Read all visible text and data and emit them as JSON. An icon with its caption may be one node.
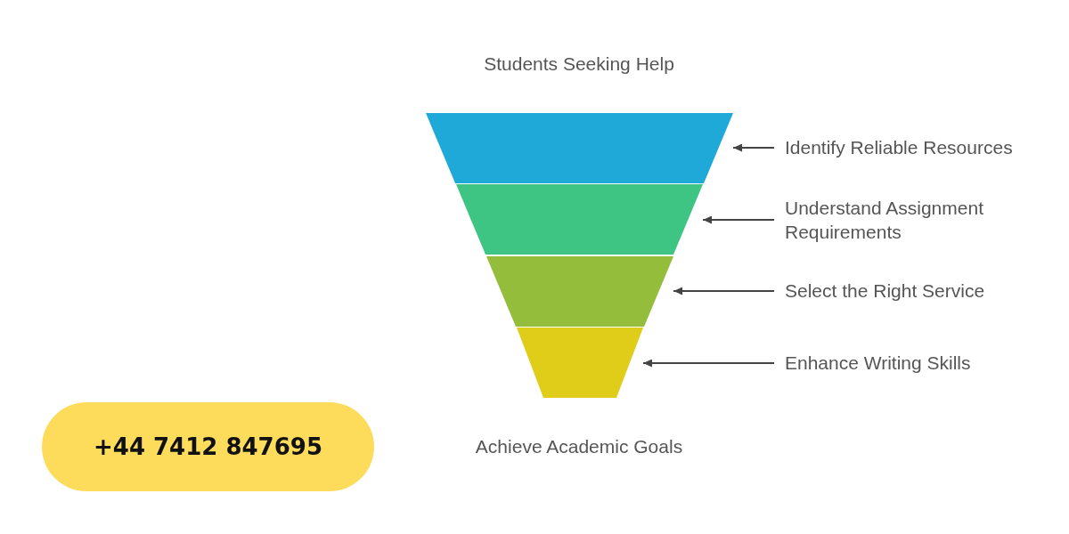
{
  "diagram": {
    "nodes": [
      {
        "text": [],
        "shape": "trapezoid"
      },
      {
        "text": [
          "Identify Reliable Resources"
        ]
      },
      {
        "text": [],
        "shape": "trapezoid"
      },
      {
        "text": [
          "Understand Assignment Requirements"
        ]
      },
      {
        "text": [],
        "shape": "trapezoid"
      },
      {
        "text": [
          "Select the Right Service"
        ]
      },
      {
        "text": [],
        "shape": "trapezoid"
      },
      {
        "text": [
          "Enhance Writing Skills"
        ]
      },
      {
        "text": [
          "+44 7412 847695"
        ]
      }
    ],
    "edges": [
      {
        "from": 1,
        "to": 0,
        "arrow": "to"
      },
      {
        "from": 3,
        "to": 2,
        "arrow": "to"
      },
      {
        "from": 5,
        "to": 4,
        "arrow": "to"
      },
      {
        "from": 7,
        "to": 6,
        "arrow": "to"
      }
    ],
    "labels": [
      "Students Seeking Help",
      "Achieve Academic Goals"
    ]
  }
}
